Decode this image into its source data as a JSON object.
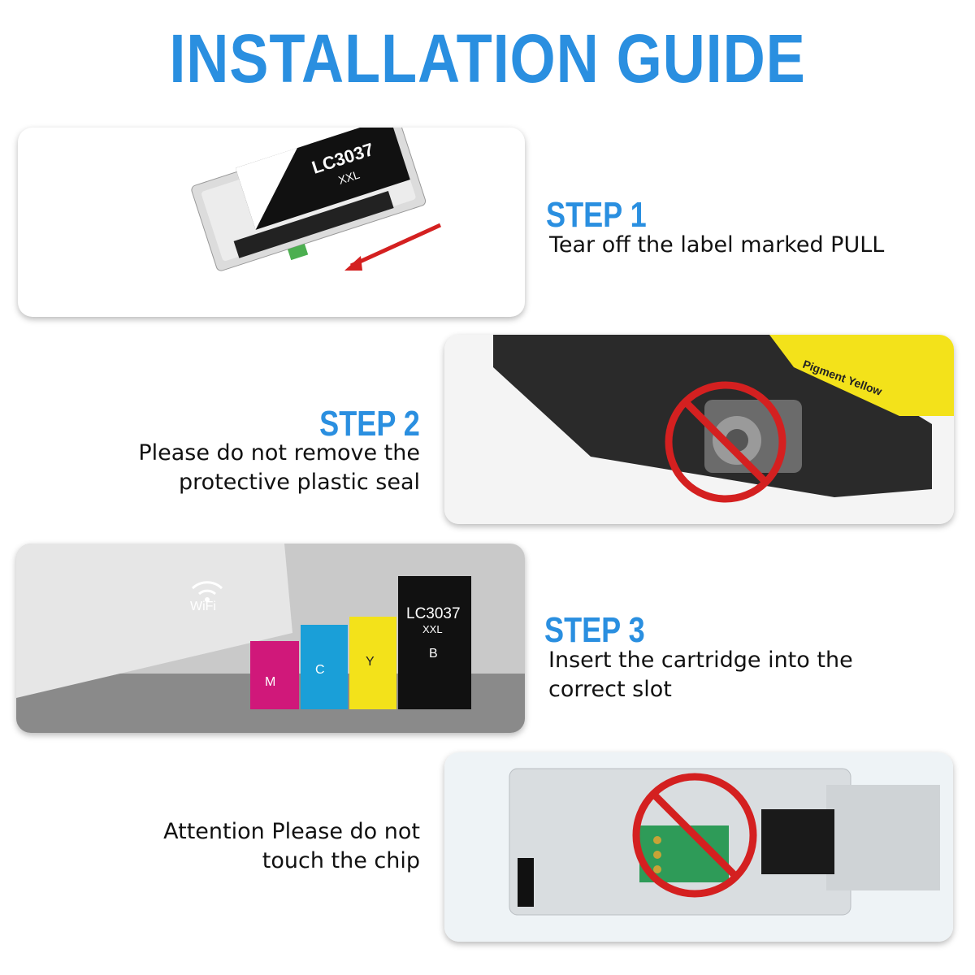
{
  "title": "INSTALLATION GUIDE",
  "steps": [
    {
      "heading": "STEP 1",
      "text_lines": [
        "Tear off the label marked PULL"
      ]
    },
    {
      "heading": "STEP 2",
      "text_lines": [
        "Please do not remove the",
        "protective plastic seal"
      ]
    },
    {
      "heading": "STEP 3",
      "text_lines": [
        "Insert the cartridge into the",
        "correct slot"
      ]
    },
    {
      "heading": "",
      "text_lines": [
        "Attention Please do not",
        "touch the chip"
      ]
    }
  ],
  "product_labels": {
    "model": "LC3037",
    "size": "XXL",
    "wifi": "WiFi",
    "pigment_yellow": "Pigment Yellow",
    "letters": [
      "M",
      "C",
      "Y",
      "B"
    ]
  },
  "colors": {
    "accent_blue": "#2a8fe0",
    "prohibit_red": "#d42020",
    "magenta": "#d0187a",
    "cyan": "#1a9fd8",
    "yellow": "#f3e21a"
  },
  "icons": [
    "no-symbol-icon",
    "wifi-icon"
  ]
}
